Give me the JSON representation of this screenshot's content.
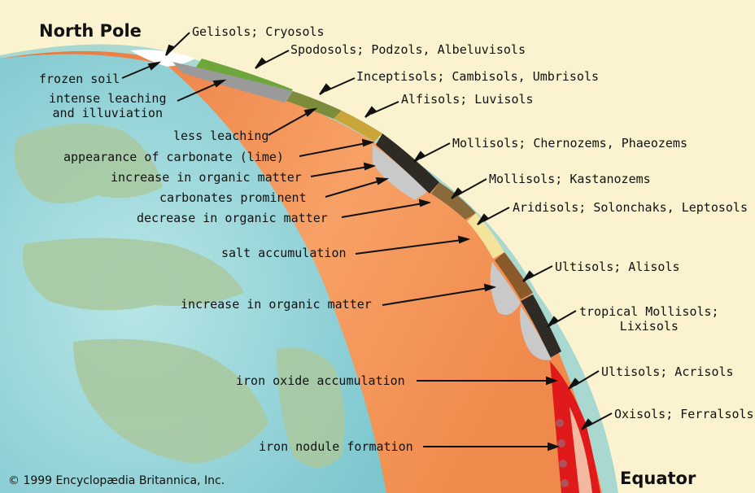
{
  "titles": {
    "north_pole": "North Pole",
    "equator": "Equator"
  },
  "copyright": "© 1999 Encyclopædia Britannica, Inc.",
  "soil_orders": [
    "Gelisols; Cryosols",
    "Spodosols; Podzols, Albeluvisols",
    "Inceptisols; Cambisols, Umbrisols",
    "Alfisols; Luvisols",
    "Mollisols; Chernozems, Phaeozems",
    "Mollisols; Kastanozems",
    "Aridisols; Solonchaks, Leptosols",
    "Ultisols; Alisols",
    "tropical Mollisols;\nLixisols",
    "Ultisols; Acrisols",
    "Oxisols; Ferralsols"
  ],
  "processes": [
    "frozen soil",
    "intense leaching\nand illuviation",
    "less leaching",
    "appearance of carbonate (lime)",
    "increase in organic matter",
    "carbonates prominent",
    "decrease in organic matter",
    "salt accumulation",
    "increase in organic matter",
    "iron oxide accumulation",
    "iron nodule formation"
  ],
  "colors": {
    "background": "#fbf3cf",
    "ocean": "#8ccfd5",
    "land": "#a9c9a2",
    "soil_orange": "#f08a4c",
    "outer_shell": "#a8d8cf",
    "dark_horizon": "#2e2b25",
    "carbonate_gray": "#c9c9c9",
    "laterite_red": "#e01a1a"
  }
}
